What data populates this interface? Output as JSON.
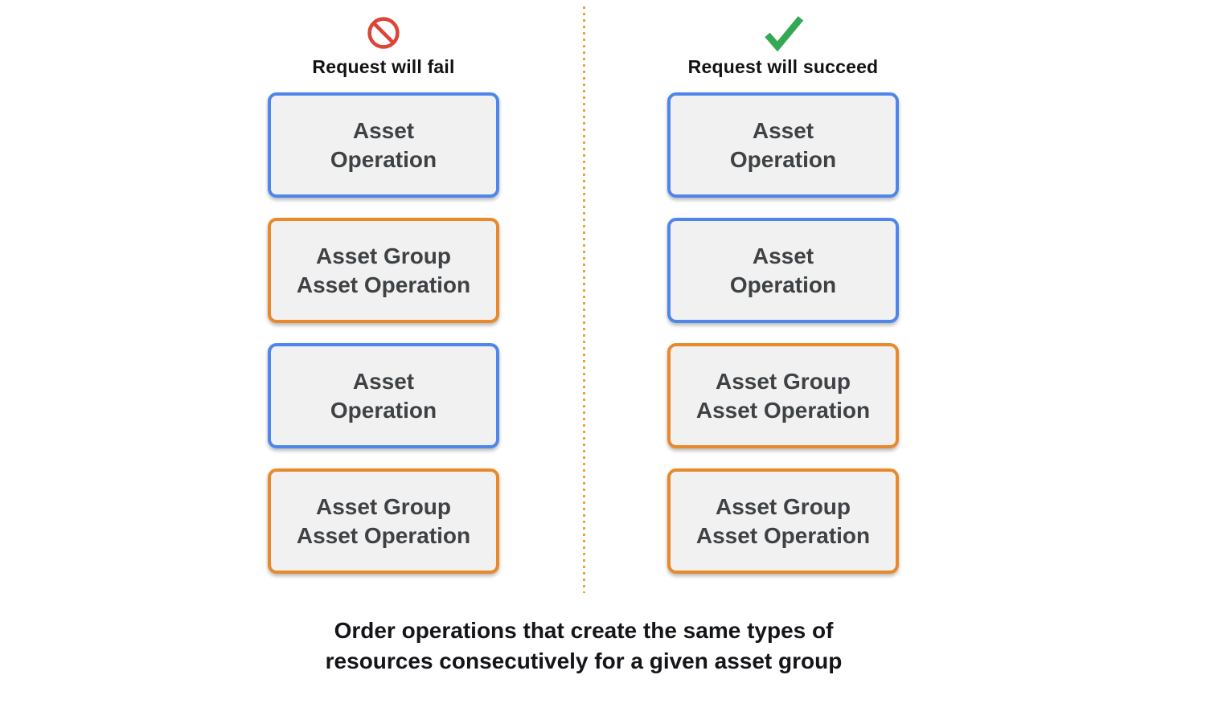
{
  "colors": {
    "blue_border": "#4e86ec",
    "orange_border": "#e8892c",
    "red_icon": "#dd4437",
    "green_icon": "#34a853",
    "box_fill": "#f1f1f1",
    "box_text": "#3f4245",
    "divider_dots": "#e8a33d"
  },
  "columns": [
    {
      "id": "fail",
      "icon": "prohibition-icon",
      "header": "Request will fail",
      "boxes": [
        {
          "variant": "blue",
          "lines": [
            "Asset",
            "Operation"
          ]
        },
        {
          "variant": "orange",
          "lines": [
            "Asset Group",
            "Asset Operation"
          ]
        },
        {
          "variant": "blue",
          "lines": [
            "Asset",
            "Operation"
          ]
        },
        {
          "variant": "orange",
          "lines": [
            "Asset Group",
            "Asset Operation"
          ]
        }
      ]
    },
    {
      "id": "succeed",
      "icon": "check-icon",
      "header": "Request will succeed",
      "boxes": [
        {
          "variant": "blue",
          "lines": [
            "Asset",
            "Operation"
          ]
        },
        {
          "variant": "blue",
          "lines": [
            "Asset",
            "Operation"
          ]
        },
        {
          "variant": "orange",
          "lines": [
            "Asset Group",
            "Asset Operation"
          ]
        },
        {
          "variant": "orange",
          "lines": [
            "Asset Group",
            "Asset Operation"
          ]
        }
      ]
    }
  ],
  "caption": {
    "line1": "Order operations that create the same types of",
    "line2": "resources consecutively for a given asset group"
  }
}
